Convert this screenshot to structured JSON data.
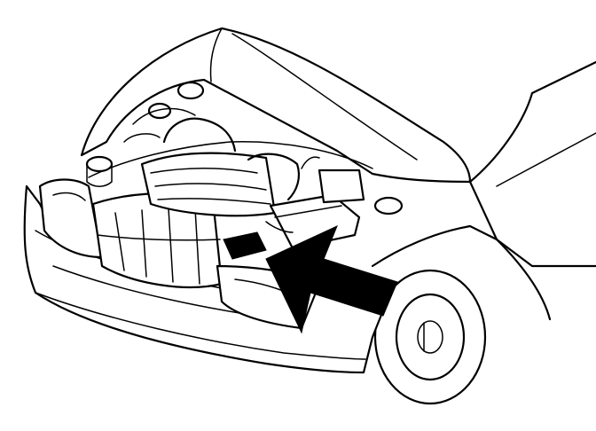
{
  "diagram": {
    "kind": "line-art illustration",
    "subject": "car-front-hood-open",
    "callout": "arrow-pointing-into-engine-bay",
    "colors": {
      "line": "#000000",
      "background": "#ffffff",
      "arrow": "#000000"
    }
  }
}
